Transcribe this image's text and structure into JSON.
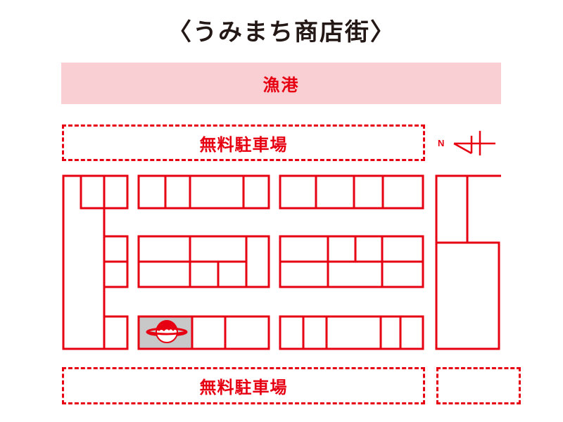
{
  "title": "〈うみまち商店街〉",
  "port": {
    "label": "漁港"
  },
  "parking_top": {
    "label": "無料駐車場"
  },
  "parking_bottom": {
    "label": "無料駐車場"
  },
  "compass": {
    "label": "N"
  },
  "colors": {
    "accent": "#e60012",
    "port_fill": "#f9cfd3",
    "highlight_fill": "#c8c8c8",
    "title": "#231815"
  },
  "highlighted_shop": {
    "icon": "planet-icon",
    "position": "block-2 bottom row, first cell"
  }
}
